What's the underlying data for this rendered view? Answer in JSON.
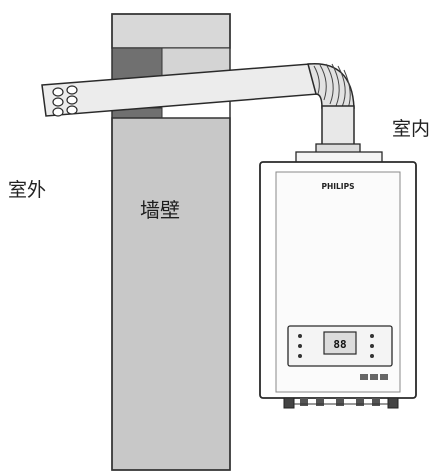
{
  "labels": {
    "outdoor": "室外",
    "indoor": "室内",
    "wall": "墙壁"
  },
  "heater": {
    "brand": "PHILIPS",
    "display_readout": "88"
  },
  "colors": {
    "wall_fill": "#c8c8c8",
    "wall_stroke": "#333333",
    "pipe_fill": "#e6e6e6",
    "heater_fill": "#ffffff",
    "line": "#2a2a2a"
  }
}
